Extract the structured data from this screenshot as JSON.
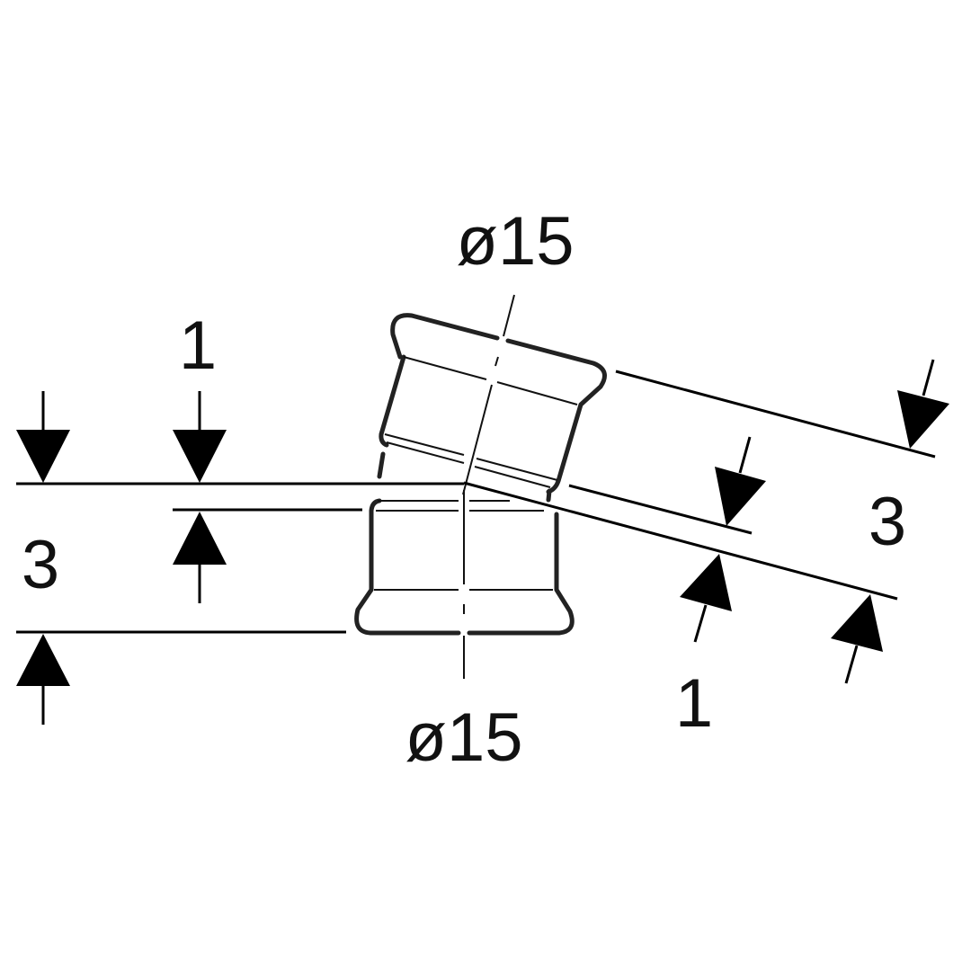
{
  "diagram": {
    "top_diameter_label": "ø15",
    "bottom_diameter_label": "ø15",
    "left_small_dim_label": "1",
    "left_large_dim_label": "3",
    "right_large_dim_label": "3",
    "right_small_dim_label": "1",
    "angle_deg": 15
  }
}
